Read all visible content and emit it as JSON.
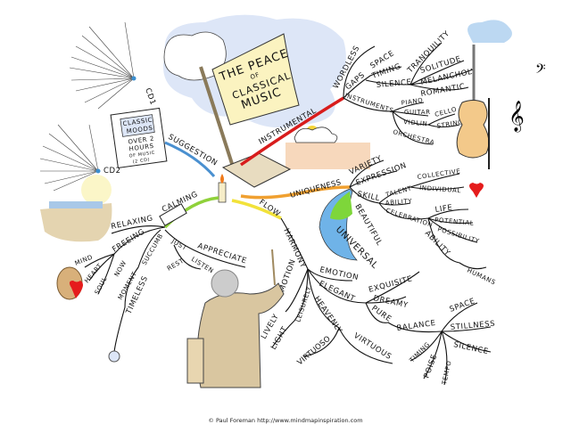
{
  "title": {
    "line1": "THE PEACE",
    "line2": "OF",
    "line3": "CLASSICAL",
    "line4": "MUSIC"
  },
  "cd_box": {
    "line1": "CLASSIC",
    "line2": "MOODS",
    "line3": "OVER 2",
    "line4": "HOURS",
    "line5": "OF MUSIC",
    "line6": "(2 CD)"
  },
  "cd_labels": {
    "cd1": "CD1",
    "cd2": "CD2",
    "suggestion": "SUGGESTION"
  },
  "instrumental": {
    "main": "INSTRUMENTAL",
    "wordless": "WORDLESS",
    "gaps": "GAPS",
    "space": "SPACE",
    "timing": "TIMING",
    "silence": "SILENCE",
    "tranquility": "TRANQUILITY",
    "solitude": "SOLITUDE",
    "melancholy": "MELANCHOLY",
    "romantic": "ROMANTIC",
    "instruments": "INSTRUMENTS",
    "piano": "PIANO",
    "guitar": "GUITAR",
    "violin": "VIOLIN",
    "cello": "CELLO",
    "strings": "STRINGS",
    "orchestra": "ORCHESTRA"
  },
  "uniqueness": {
    "main": "UNIQUENESS",
    "variety": "VARIETY",
    "expression": "EXPRESSION",
    "skill": "SKILL",
    "talent": "TALENT",
    "collective": "COLLECTIVE",
    "individual": "INDIVIDUAL",
    "ability": "ABILITY",
    "celebration": "CELEBRATION",
    "life": "LIFE",
    "potential": "POTENTIAL",
    "possibility": "POSSIBILITY",
    "ability2": "ABILITY",
    "humans": "HUMANS",
    "beautiful": "BEAUTIFUL",
    "universal": "UNIVERSAL"
  },
  "flow": {
    "main": "FLOW",
    "harmony": "HARMONY",
    "emotion": "EMOTION",
    "elegant": "ELEGANT",
    "exquisite": "EXQUISITE",
    "dreamy": "DREAMY",
    "pure": "PURE",
    "balance": "BALANCE",
    "space": "SPACE",
    "stillness": "STILLNESS",
    "silence": "SILENCE",
    "timing": "TIMING",
    "poise": "POISE",
    "tempo": "TEMPO",
    "heavenly": "HEAVENLY",
    "virtuous": "VIRTUOUS",
    "virtuoso": "VIRTUOSO",
    "motion": "MOTION",
    "leisurely": "LEISURELY",
    "lively": "LIVELY",
    "light": "LIGHT"
  },
  "calming": {
    "main": "CALMING",
    "relaxing": "RELAXING",
    "freeing": "FREEING",
    "succumb": "SUCCUMB",
    "now": "NOW",
    "moment": "MOMENT",
    "timeless": "TIMELESS",
    "mind": "MIND",
    "heart": "HEART",
    "soul": "SOUL",
    "just": "JUST",
    "appreciate": "APPRECIATE",
    "rest": "REST",
    "listen": "LISTEN"
  },
  "footer": "© Paul Foreman http://www.mindmapinspiration.com",
  "colors": {
    "banner": "#fbf3c0",
    "cloud": "#dde6f7",
    "instrumental": "#d81c1c",
    "uniqueness": "#f0a030",
    "flow": "#f2e23a",
    "calming": "#8fd13a",
    "suggestion": "#4a90d0",
    "violin": "#f3c98a",
    "suit": "#d9c6a0",
    "earth_sea": "#6fb3e8",
    "earth_land": "#7ed63a"
  }
}
